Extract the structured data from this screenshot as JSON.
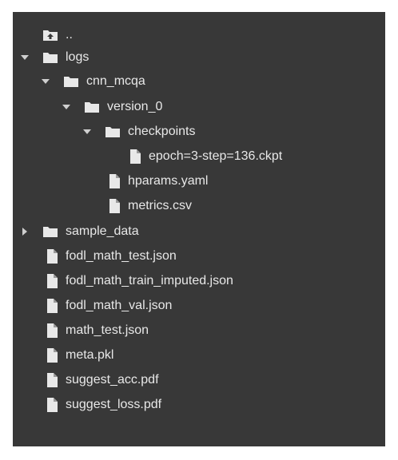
{
  "colors": {
    "panel_bg": "#383838",
    "text": "#e8e8e8",
    "icon": "#e8e8e8",
    "arrow": "#cfcfcf"
  },
  "tree": {
    "parent_label": "..",
    "items": [
      {
        "label": "logs",
        "type": "folder",
        "state": "expanded",
        "icon": "folder-icon"
      },
      {
        "label": "cnn_mcqa",
        "type": "folder",
        "state": "expanded",
        "icon": "folder-icon"
      },
      {
        "label": "version_0",
        "type": "folder",
        "state": "expanded",
        "icon": "folder-icon"
      },
      {
        "label": "checkpoints",
        "type": "folder",
        "state": "expanded",
        "icon": "folder-icon"
      },
      {
        "label": "epoch=3-step=136.ckpt",
        "type": "file",
        "icon": "file-icon"
      },
      {
        "label": "hparams.yaml",
        "type": "file",
        "icon": "file-icon"
      },
      {
        "label": "metrics.csv",
        "type": "file",
        "icon": "file-icon"
      },
      {
        "label": "sample_data",
        "type": "folder",
        "state": "collapsed",
        "icon": "folder-icon"
      },
      {
        "label": "fodl_math_test.json",
        "type": "file",
        "icon": "file-icon"
      },
      {
        "label": "fodl_math_train_imputed.json",
        "type": "file",
        "icon": "file-icon"
      },
      {
        "label": "fodl_math_val.json",
        "type": "file",
        "icon": "file-icon"
      },
      {
        "label": "math_test.json",
        "type": "file",
        "icon": "file-icon"
      },
      {
        "label": "meta.pkl",
        "type": "file",
        "icon": "file-icon"
      },
      {
        "label": "suggest_acc.pdf",
        "type": "file",
        "icon": "file-icon"
      },
      {
        "label": "suggest_loss.pdf",
        "type": "file",
        "icon": "file-icon"
      }
    ]
  }
}
